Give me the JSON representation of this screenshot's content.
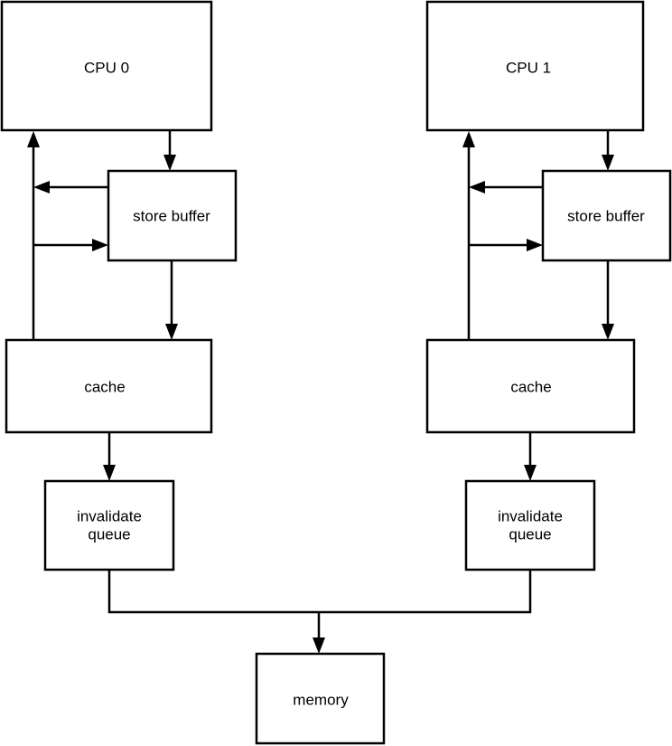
{
  "diagram": {
    "cpu0": {
      "label": "CPU 0"
    },
    "cpu1": {
      "label": "CPU 1"
    },
    "store_buffer_0": {
      "label": "store buffer"
    },
    "store_buffer_1": {
      "label": "store buffer"
    },
    "cache_0": {
      "label": "cache"
    },
    "cache_1": {
      "label": "cache"
    },
    "invalidate_queue_0": {
      "line1": "invalidate",
      "line2": "queue"
    },
    "invalidate_queue_1": {
      "line1": "invalidate",
      "line2": "queue"
    },
    "memory": {
      "label": "memory"
    }
  },
  "colors": {
    "stroke": "#000000",
    "background": "#ffffff"
  }
}
